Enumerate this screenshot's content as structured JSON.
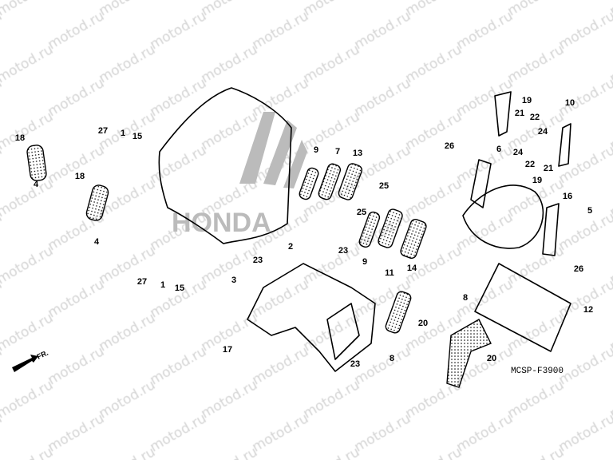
{
  "diagram": {
    "watermark": "motod.ru",
    "drawing_code": "MCSP-F3900",
    "direction_marker": "FR.",
    "logo_text": "HONDA",
    "callouts": [
      "18",
      "4",
      "27",
      "1",
      "15",
      "18",
      "4",
      "9",
      "7",
      "13",
      "25",
      "25",
      "26",
      "6",
      "19",
      "21",
      "22",
      "24",
      "24",
      "22",
      "21",
      "19",
      "10",
      "16",
      "5",
      "26",
      "2",
      "23",
      "23",
      "3",
      "27",
      "1",
      "15",
      "9",
      "11",
      "14",
      "17",
      "8",
      "20",
      "8",
      "20",
      "12",
      "23"
    ]
  }
}
